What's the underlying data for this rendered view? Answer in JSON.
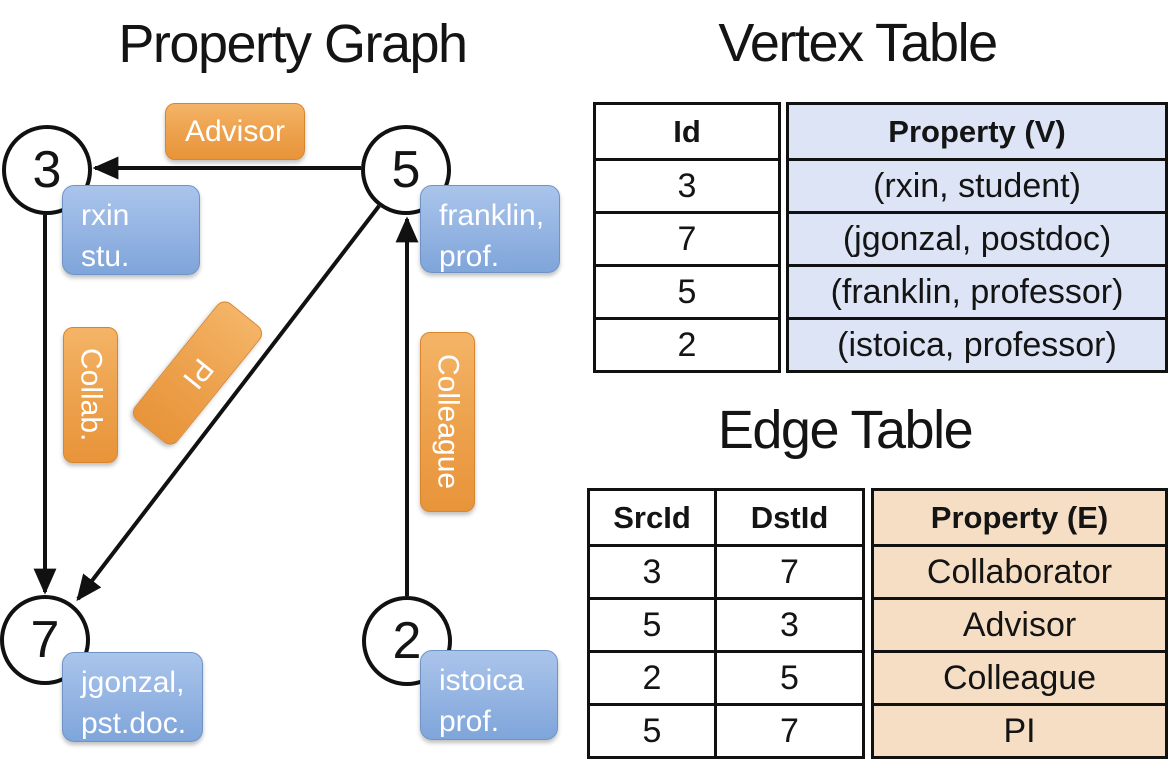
{
  "graph": {
    "title": "Property Graph",
    "nodes": [
      {
        "id": "3",
        "label_line1": "rxin",
        "label_line2": "stu."
      },
      {
        "id": "5",
        "label_line1": "franklin,",
        "label_line2": "prof."
      },
      {
        "id": "7",
        "label_line1": "jgonzal,",
        "label_line2": "pst.doc."
      },
      {
        "id": "2",
        "label_line1": "istoica",
        "label_line2": "prof."
      }
    ],
    "edges": [
      {
        "from": "5",
        "to": "3",
        "label": "Advisor"
      },
      {
        "from": "3",
        "to": "7",
        "label": "Collab."
      },
      {
        "from": "5",
        "to": "7",
        "label": "PI"
      },
      {
        "from": "2",
        "to": "5",
        "label": "Colleague"
      }
    ],
    "edge_labels": {
      "advisor": "Advisor",
      "collab": "Collab.",
      "pi": "PI",
      "colleague": "Colleague"
    }
  },
  "vertex_table": {
    "title": "Vertex Table",
    "id_header": "Id",
    "property_header": "Property (V)",
    "rows": [
      {
        "id": "3",
        "property": "(rxin, student)"
      },
      {
        "id": "7",
        "property": "(jgonzal, postdoc)"
      },
      {
        "id": "5",
        "property": "(franklin, professor)"
      },
      {
        "id": "2",
        "property": "(istoica, professor)"
      }
    ]
  },
  "edge_table": {
    "title": "Edge Table",
    "src_header": "SrcId",
    "dst_header": "DstId",
    "property_header": "Property (E)",
    "rows": [
      {
        "src": "3",
        "dst": "7",
        "property": "Collaborator"
      },
      {
        "src": "5",
        "dst": "3",
        "property": "Advisor"
      },
      {
        "src": "2",
        "dst": "5",
        "property": "Colleague"
      },
      {
        "src": "5",
        "dst": "7",
        "property": "PI"
      }
    ]
  },
  "colors": {
    "edge_label_orange_top": "#F4B467",
    "edge_label_orange_bottom": "#E8943A",
    "node_label_blue_top": "#AAC5EB",
    "node_label_blue_bottom": "#7FA5DA",
    "vertex_property_bg": "#DCE4F5",
    "edge_property_bg": "#F6DEC4",
    "line_color": "#111111"
  }
}
